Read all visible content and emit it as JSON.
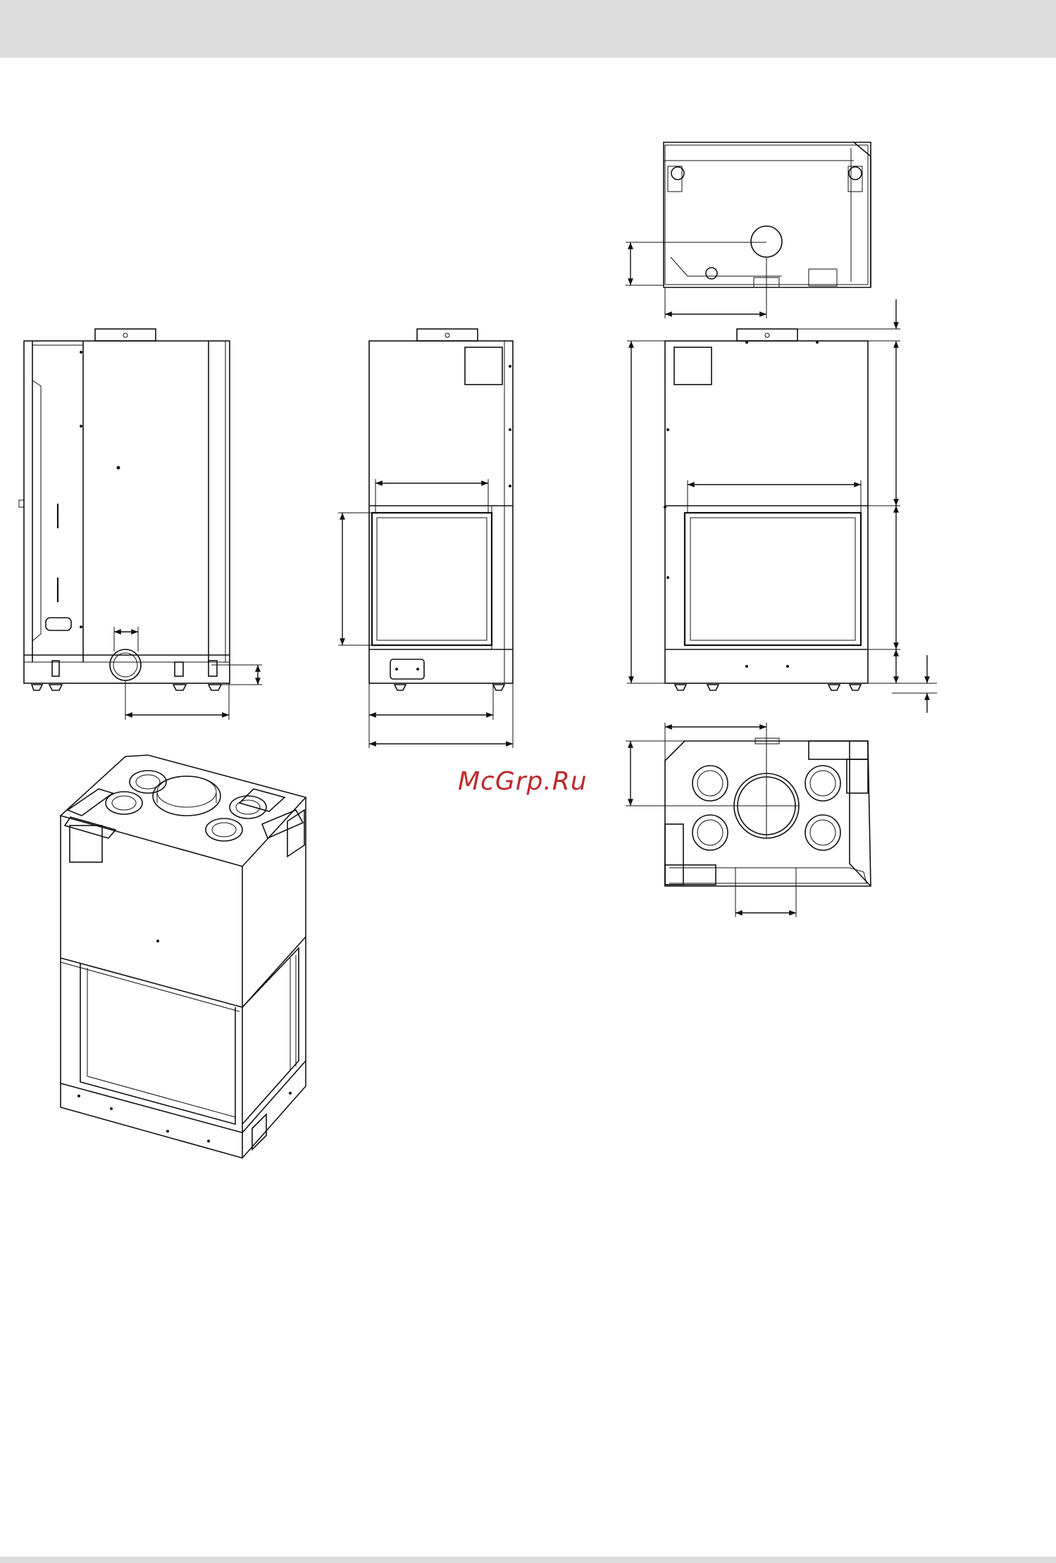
{
  "watermark": {
    "text": "McGrp.Ru",
    "color": "#c0282d"
  },
  "colors": {
    "band": "#dcdcdc",
    "line": "#111111",
    "background": "#ffffff"
  },
  "views": [
    {
      "id": "side-view",
      "icon": "side-elevation-drawing"
    },
    {
      "id": "front-view",
      "icon": "front-elevation-drawing"
    },
    {
      "id": "right-front-view",
      "icon": "corner-elevation-drawing"
    },
    {
      "id": "top-plan",
      "icon": "top-plan-drawing"
    },
    {
      "id": "bottom-plan",
      "icon": "bottom-plan-drawing"
    },
    {
      "id": "isometric-view",
      "icon": "isometric-drawing"
    }
  ]
}
